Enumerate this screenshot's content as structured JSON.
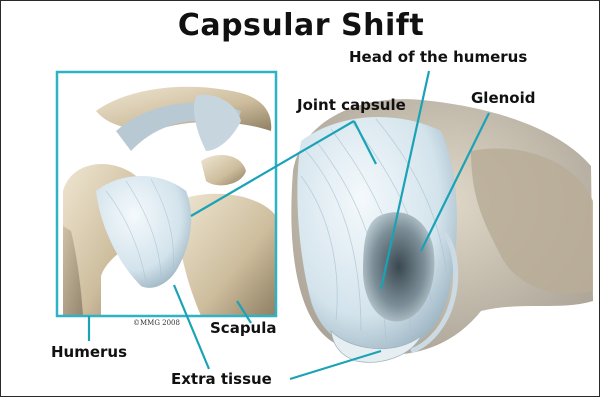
{
  "title": "Capsular Shift",
  "labels": {
    "head_of_humerus": "Head of the humerus",
    "joint_capsule": "Joint capsule",
    "glenoid": "Glenoid",
    "scapula": "Scapula",
    "humerus": "Humerus",
    "extra_tissue": "Extra tissue"
  },
  "copyright": "©MMG 2008",
  "colors": {
    "leader_line": "#1aa3b5",
    "frame": "#2db3c4",
    "bone": "#d9ccb2",
    "capsule": "#cfe0ea"
  }
}
